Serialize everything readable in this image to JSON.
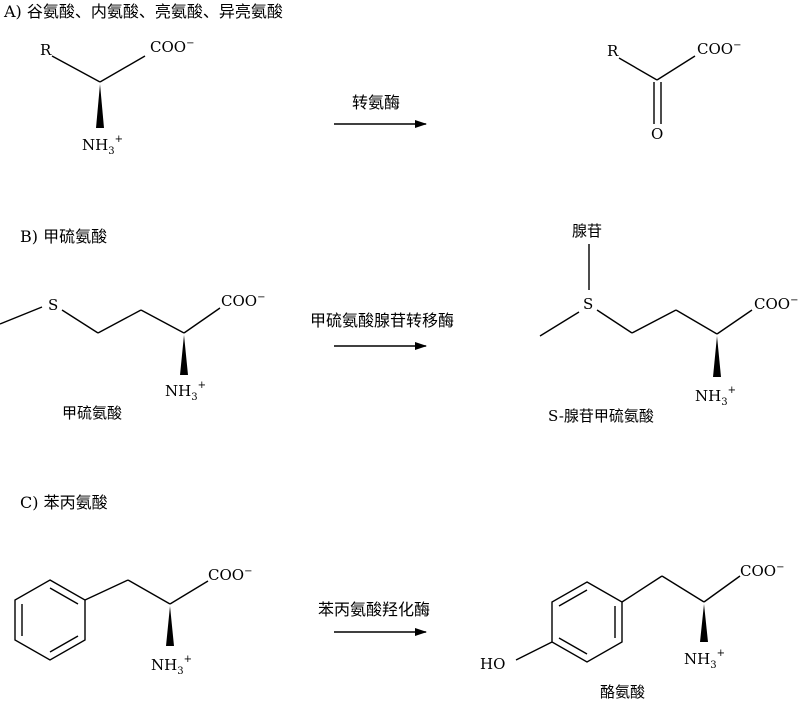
{
  "sections": {
    "a": {
      "heading": "A) 谷氨酸、内氨酸、亮氨酸、异亮氨酸",
      "enzyme": "转氨酶",
      "substrate": {
        "r": "R",
        "coo": "COO",
        "coo_charge": "−",
        "nh3": "NH",
        "nh3_sub": "3",
        "nh3_charge": "+"
      },
      "product": {
        "r": "R",
        "coo": "COO",
        "coo_charge": "−",
        "o": "O"
      }
    },
    "b": {
      "heading": "B) 甲硫氨酸",
      "enzyme": "甲硫氨酸腺苷转移酶",
      "substrate": {
        "s": "S",
        "coo": "COO",
        "coo_charge": "−",
        "nh3": "NH",
        "nh3_sub": "3",
        "nh3_charge": "+",
        "name": "甲硫氨酸"
      },
      "product": {
        "adenosine": "腺苷",
        "s": "S",
        "coo": "COO",
        "coo_charge": "−",
        "nh3": "NH",
        "nh3_sub": "3",
        "nh3_charge": "+",
        "name": "S-腺苷甲硫氨酸"
      }
    },
    "c": {
      "heading": "C) 苯丙氨酸",
      "enzyme": "苯丙氨酸羟化酶",
      "substrate": {
        "coo": "COO",
        "coo_charge": "−",
        "nh3": "NH",
        "nh3_sub": "3",
        "nh3_charge": "+"
      },
      "product": {
        "ho": "HO",
        "coo": "COO",
        "coo_charge": "−",
        "nh3": "NH",
        "nh3_sub": "3",
        "nh3_charge": "+",
        "name": "酪氨酸"
      }
    }
  }
}
